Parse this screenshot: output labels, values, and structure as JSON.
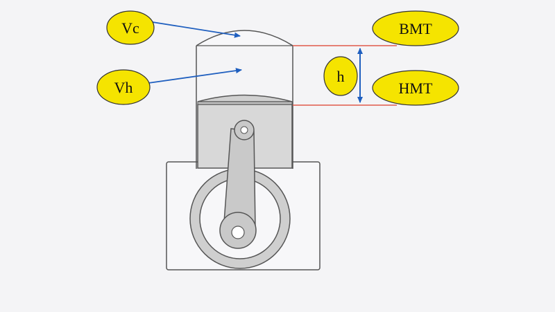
{
  "labels": {
    "vc": "Vc",
    "vh": "Vh",
    "bmt": "BMT",
    "hmt": "HMT",
    "h": "h"
  },
  "colors": {
    "background": "#f4f4f6",
    "label_fill": "#f5e400",
    "label_stroke": "#333333",
    "pointer_arrow": "#1f5fbf",
    "dead_center_lines": "#e05a4a",
    "piston_fill": "#d8d8d8",
    "outline": "#555555"
  }
}
